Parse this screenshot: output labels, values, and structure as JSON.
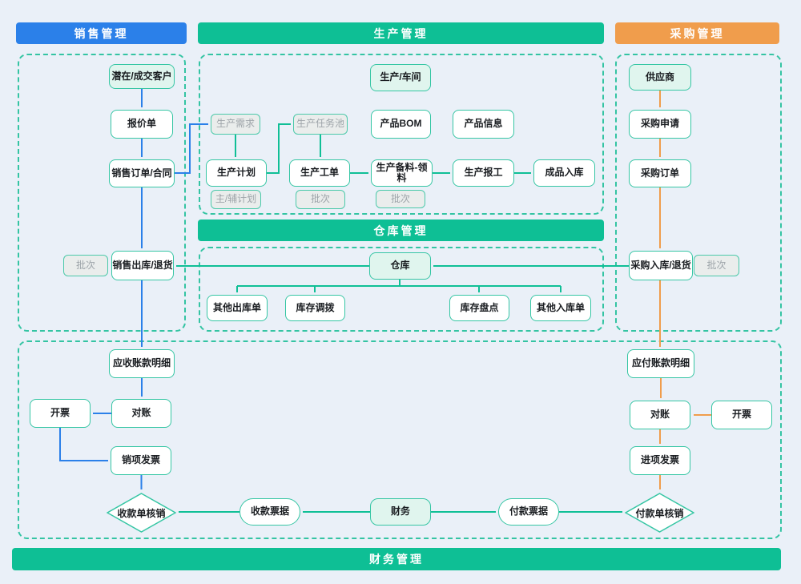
{
  "colors": {
    "background": "#eaf0f8",
    "sales_blue": "#2b80e9",
    "teal_green": "#0ebf95",
    "purchase_orange": "#f09d4c",
    "node_border_teal": "#36c6a4",
    "mint_fill": "#e0f5ee",
    "gray_fill": "#eaedec",
    "gray_text": "#9da4a9"
  },
  "sections": {
    "sales": {
      "label": "销售管理"
    },
    "production": {
      "label": "生产管理"
    },
    "purchase": {
      "label": "采购管理"
    },
    "warehouse": {
      "label": "仓库管理"
    },
    "finance": {
      "label": "财务管理"
    }
  },
  "nodes": {
    "customer": "潜在/成交客户",
    "quote": "报价单",
    "sales_order": "销售订单/合同",
    "batch_sales": "批次",
    "sales_out": "销售出库/退货",
    "ar_detail": "应收账款明细",
    "recon_left": "对账",
    "invoice_left": "开票",
    "sales_invoice": "销项发票",
    "receipt_verify": "收款单核销",
    "workshop": "生产/车间",
    "prod_demand": "生产需求",
    "prod_task_pool": "生产任务池",
    "product_bom": "产品BOM",
    "product_info": "产品信息",
    "prod_plan": "生产计划",
    "main_aux_plan": "主/辅计划",
    "prod_workorder": "生产工单",
    "batch_workorder": "批次",
    "prod_material": "生产备料-领料",
    "batch_material": "批次",
    "prod_report": "生产报工",
    "finished_in": "成品入库",
    "supplier": "供应商",
    "purchase_request": "采购申请",
    "purchase_order": "采购订单",
    "purchase_in": "采购入库/退货",
    "batch_purchase": "批次",
    "ap_detail": "应付账款明细",
    "recon_right": "对账",
    "invoice_right": "开票",
    "purchase_invoice": "进项发票",
    "payment_verify": "付款单核销",
    "warehouse_hub": "仓库",
    "other_out": "其他出库单",
    "stock_transfer": "库存调拨",
    "stock_check": "库存盘点",
    "other_in": "其他入库单",
    "receipt_doc": "收款票据",
    "finance_hub": "财务",
    "payment_doc": "付款票据"
  },
  "edges": [
    {
      "from": "customer",
      "to": "quote",
      "color": "blue"
    },
    {
      "from": "quote",
      "to": "sales_order",
      "color": "blue"
    },
    {
      "from": "sales_order",
      "to": "prod_demand",
      "color": "blue"
    },
    {
      "from": "sales_order",
      "to": "sales_out",
      "color": "blue"
    },
    {
      "from": "sales_out",
      "to": "ar_detail",
      "color": "blue"
    },
    {
      "from": "ar_detail",
      "to": "recon_left",
      "color": "blue"
    },
    {
      "from": "recon_left",
      "to": "invoice_left",
      "color": "blue"
    },
    {
      "from": "invoice_left",
      "to": "sales_invoice",
      "color": "blue"
    },
    {
      "from": "sales_invoice",
      "to": "receipt_verify",
      "color": "blue"
    },
    {
      "from": "prod_demand",
      "to": "prod_plan",
      "color": "green"
    },
    {
      "from": "prod_plan",
      "to": "prod_task_pool",
      "color": "green"
    },
    {
      "from": "prod_task_pool",
      "to": "prod_workorder",
      "color": "green"
    },
    {
      "from": "prod_workorder",
      "to": "prod_material",
      "color": "green"
    },
    {
      "from": "prod_material",
      "to": "prod_report",
      "color": "green"
    },
    {
      "from": "prod_report",
      "to": "finished_in",
      "color": "green"
    },
    {
      "from": "purchase_in",
      "to": "warehouse_hub",
      "color": "green"
    },
    {
      "from": "warehouse_hub",
      "to": "sales_out",
      "color": "green"
    },
    {
      "from": "warehouse_hub",
      "to": "other_out",
      "color": "green"
    },
    {
      "from": "warehouse_hub",
      "to": "stock_transfer",
      "color": "green"
    },
    {
      "from": "warehouse_hub",
      "to": "stock_check",
      "color": "green"
    },
    {
      "from": "warehouse_hub",
      "to": "other_in",
      "color": "green"
    },
    {
      "from": "finance_hub",
      "to": "receipt_doc",
      "color": "green"
    },
    {
      "from": "receipt_doc",
      "to": "receipt_verify",
      "color": "green"
    },
    {
      "from": "finance_hub",
      "to": "payment_doc",
      "color": "green"
    },
    {
      "from": "payment_doc",
      "to": "payment_verify",
      "color": "green"
    },
    {
      "from": "supplier",
      "to": "purchase_request",
      "color": "orange"
    },
    {
      "from": "purchase_request",
      "to": "purchase_order",
      "color": "orange"
    },
    {
      "from": "purchase_order",
      "to": "purchase_in",
      "color": "orange"
    },
    {
      "from": "purchase_in",
      "to": "ap_detail",
      "color": "orange"
    },
    {
      "from": "ap_detail",
      "to": "recon_right",
      "color": "orange"
    },
    {
      "from": "invoice_right",
      "to": "recon_right",
      "color": "orange"
    },
    {
      "from": "recon_right",
      "to": "purchase_invoice",
      "color": "orange"
    },
    {
      "from": "purchase_invoice",
      "to": "payment_verify",
      "color": "orange"
    }
  ]
}
